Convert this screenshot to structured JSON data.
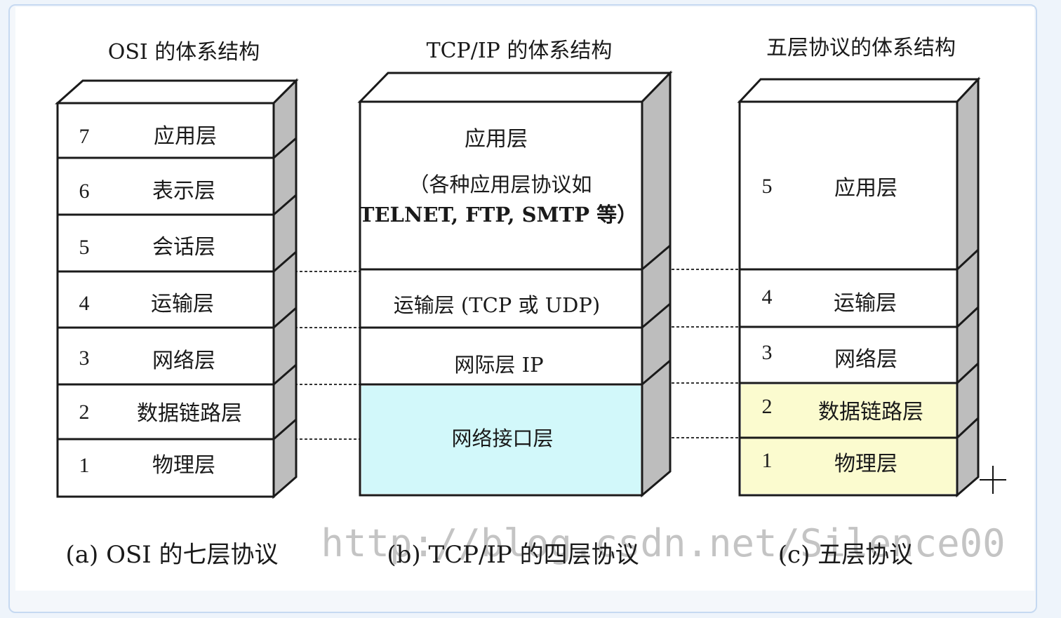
{
  "titles": {
    "osi": "OSI 的体系结构",
    "tcpip": "TCP/IP 的体系结构",
    "five": "五层协议的体系结构"
  },
  "osi_layers": [
    {
      "num": "7",
      "name": "应用层"
    },
    {
      "num": "6",
      "name": "表示层"
    },
    {
      "num": "5",
      "name": "会话层"
    },
    {
      "num": "4",
      "name": "运输层"
    },
    {
      "num": "3",
      "name": "网络层"
    },
    {
      "num": "2",
      "name": "数据链路层"
    },
    {
      "num": "1",
      "name": "物理层"
    }
  ],
  "tcpip_layers": {
    "app_title": "应用层",
    "app_desc_1": "（各种应用层协议如",
    "app_desc_2": "TELNET, FTP, SMTP 等）",
    "transport": "运输层 (TCP 或 UDP)",
    "internet": "网际层 IP",
    "netif": "网络接口层"
  },
  "five_layers": [
    {
      "num": "5",
      "name": "应用层"
    },
    {
      "num": "4",
      "name": "运输层"
    },
    {
      "num": "3",
      "name": "网络层"
    },
    {
      "num": "2",
      "name": "数据链路层"
    },
    {
      "num": "1",
      "name": "物理层"
    }
  ],
  "captions": {
    "a": "(a) OSI 的七层协议",
    "b": "(b) TCP/IP 的四层协议",
    "c": "(c) 五层协议"
  },
  "watermark": "http://blog.csdn.net/Silence00",
  "colors": {
    "netif_fill": "#d2f8fa",
    "highlight_fill": "#fbfbcf",
    "side_fill": "#bdbdbd",
    "top_fill": "#ffffff",
    "stroke": "#1a1a1a"
  }
}
